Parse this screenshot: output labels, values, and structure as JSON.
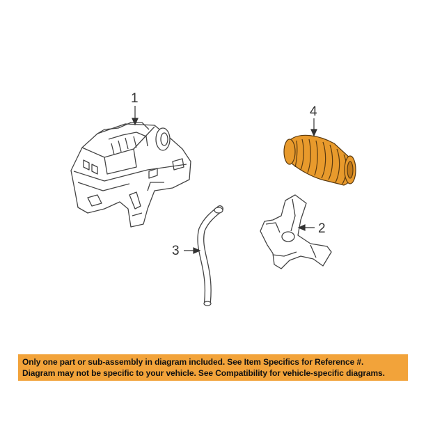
{
  "callouts": {
    "part_1": "1",
    "part_2": "2",
    "part_3": "3",
    "part_4": "4"
  },
  "notice": {
    "line_1": "Only one part or sub-assembly in diagram included. See Item Specifics for Reference #.",
    "line_2": "Diagram may not be specific to your vehicle. See Compatibility for vehicle-specific diagrams."
  },
  "colors": {
    "highlight_part": "#e89a2c",
    "banner_background": "#f2a33a",
    "line_art": "#333333"
  }
}
